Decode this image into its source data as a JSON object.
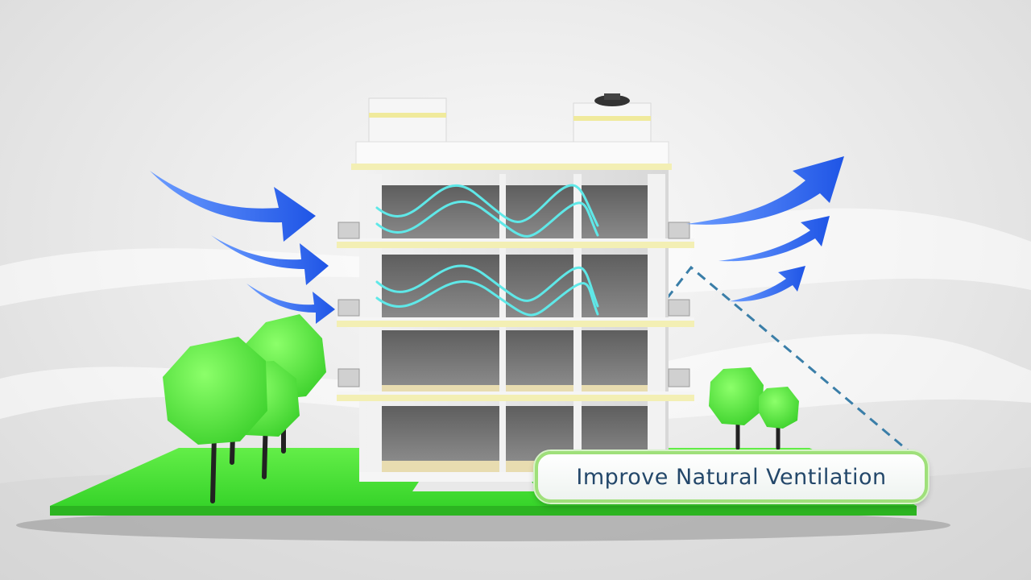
{
  "caption": {
    "text": "Improve Natural Ventilation"
  },
  "colors": {
    "grass": "#4ee63a",
    "tree_foliage": "#6af04a",
    "wind_arrow": "#2c6cf2",
    "airflow_line": "#5fe8e8",
    "floor_slab": "#f3efb4",
    "room_wall": "#707070",
    "callout_border": "#9fe07a",
    "caption_text": "#23476a",
    "dashed_pointer": "#3a7ea8"
  },
  "scene": {
    "floors": 4,
    "bays_per_floor": 3,
    "incoming_wind_arrows": 3,
    "outgoing_wind_arrows": 3
  }
}
